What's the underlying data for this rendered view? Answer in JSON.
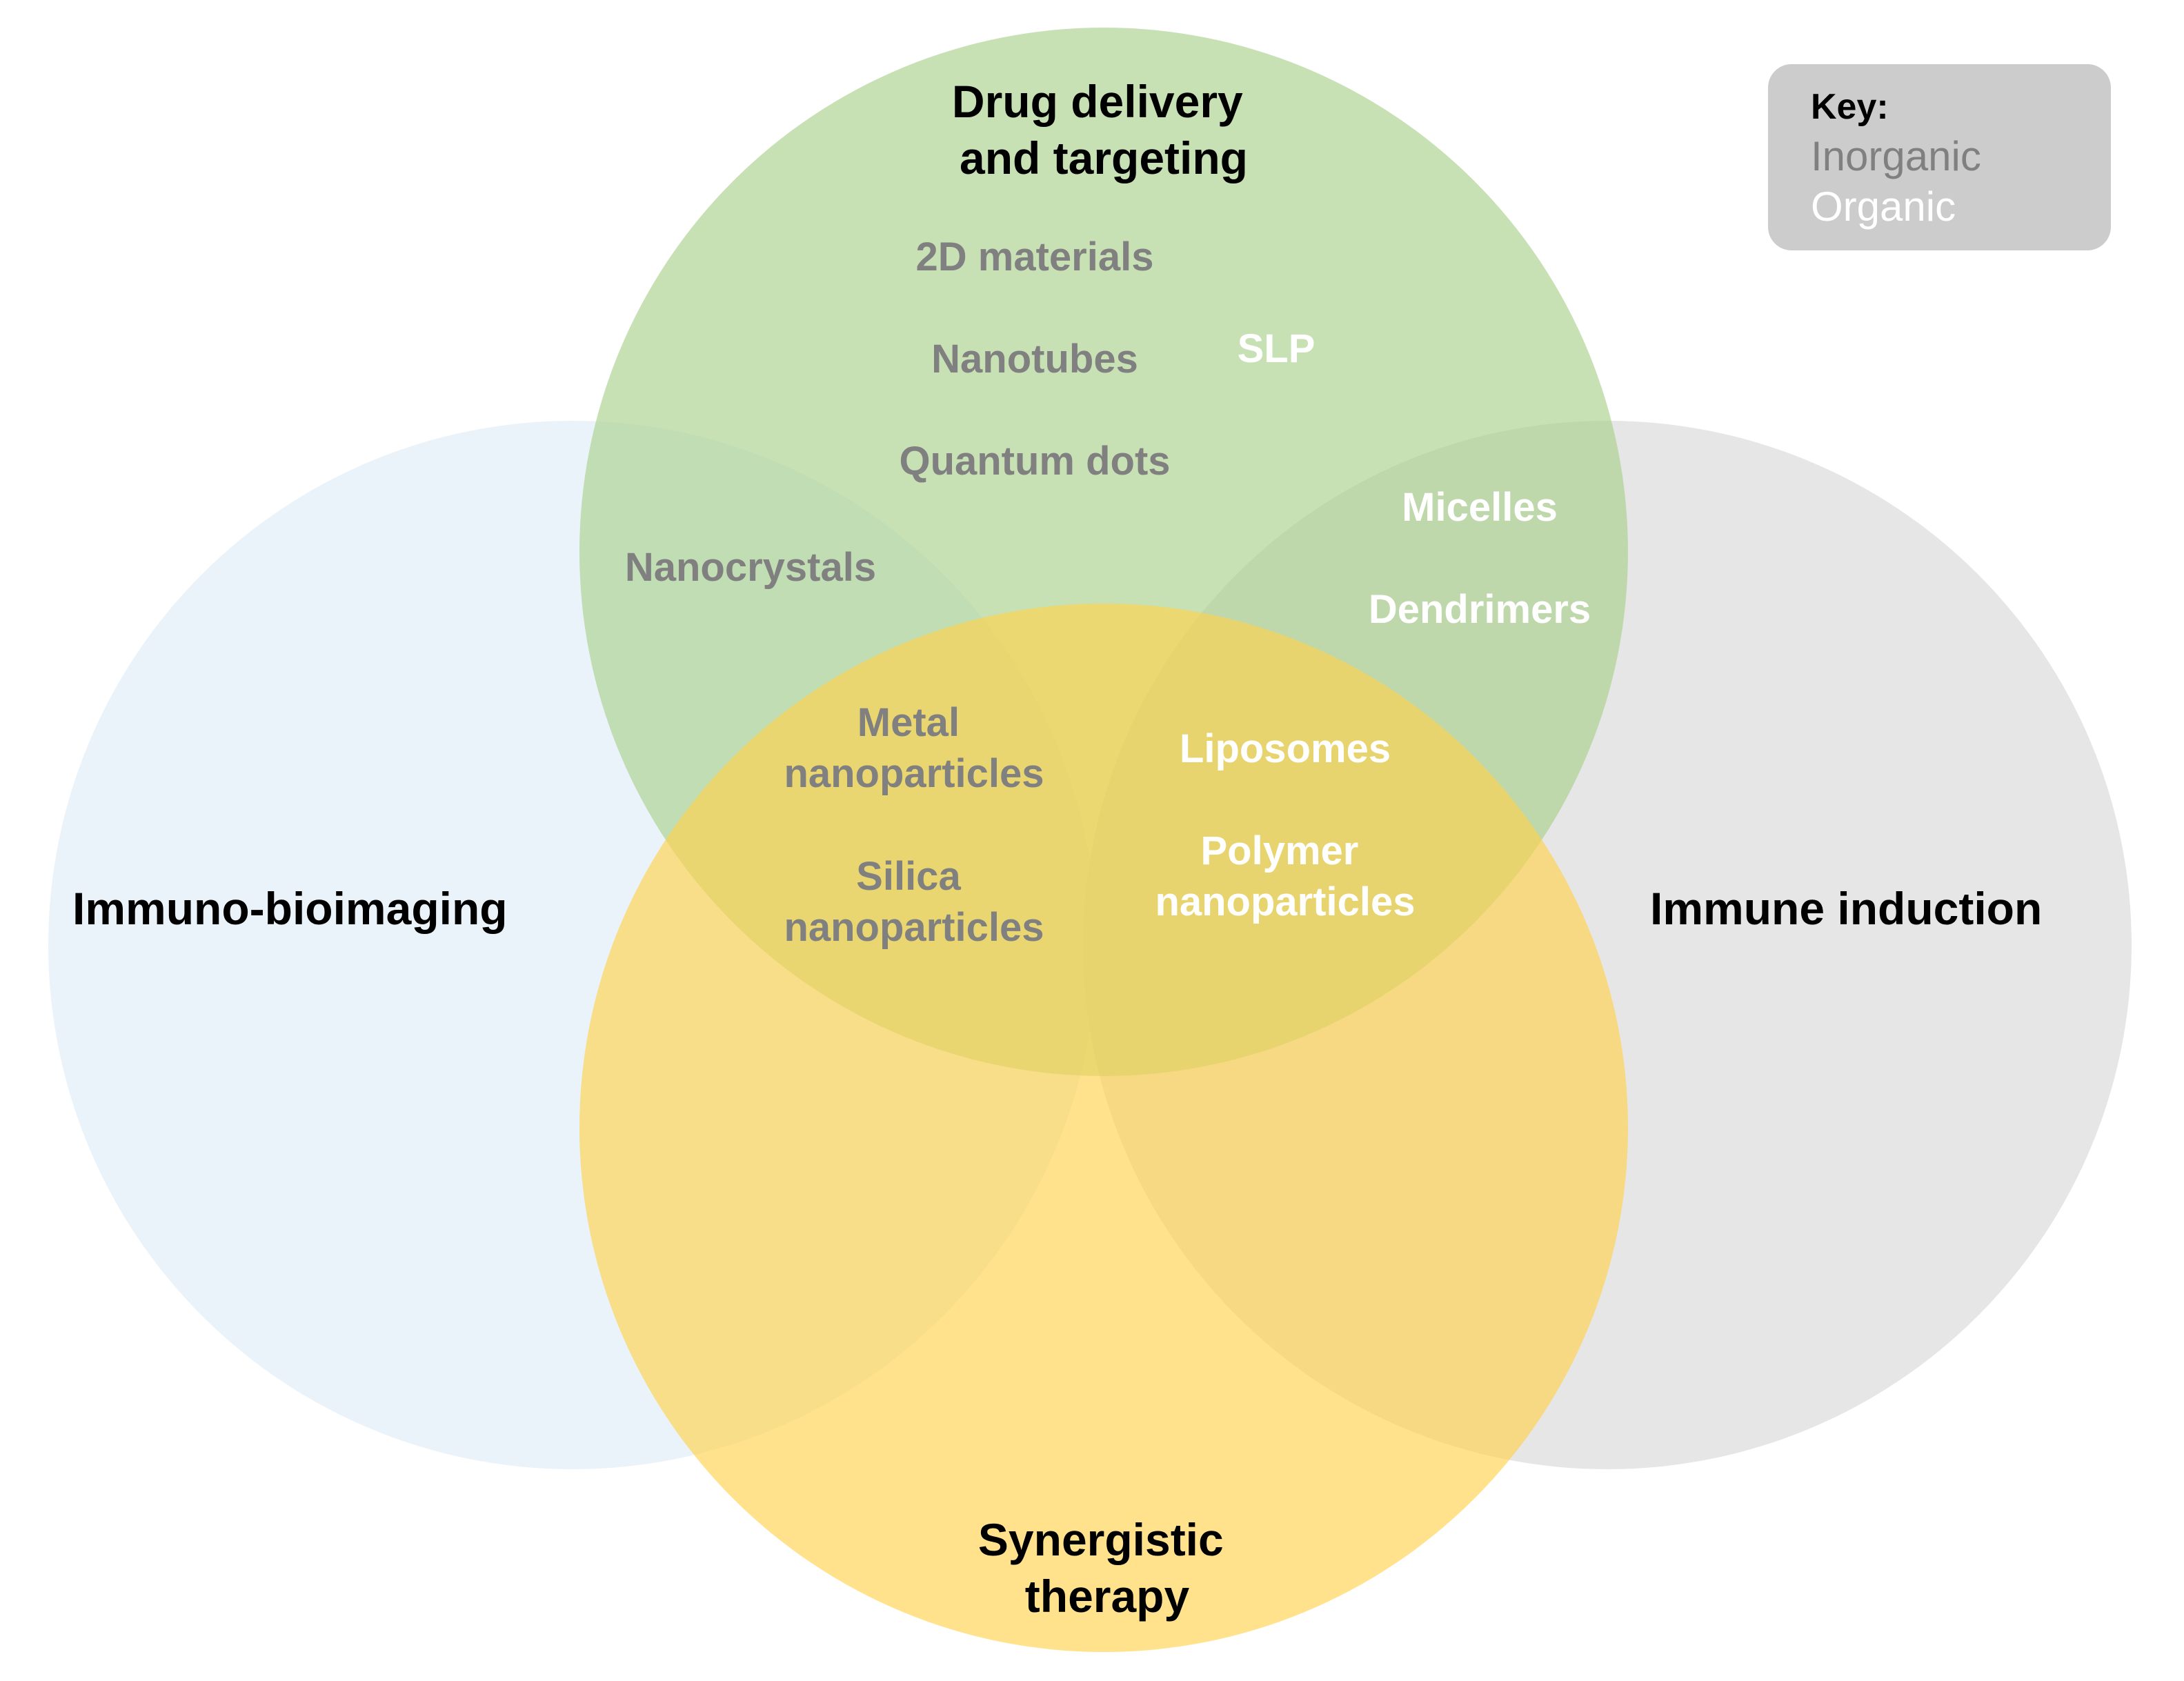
{
  "colors": {
    "immuno_bioimaging": "#dbe9f6",
    "immune_induction": "#d9d9d9",
    "drug_delivery": "#a9d18e",
    "synergistic_therapy": "#ffd34d",
    "inorganic_text": "#808080",
    "organic_text": "#ffffff",
    "key_box": "#cccccc"
  },
  "circles": {
    "drug_delivery": {
      "label_lines": [
        "Drug delivery",
        "and targeting"
      ]
    },
    "immuno_bioimaging": {
      "label_lines": [
        "Immuno-bioimaging"
      ]
    },
    "immune_induction": {
      "label_lines": [
        "Immune induction"
      ]
    },
    "synergistic_therapy": {
      "label_lines": [
        "Synergistic",
        "therapy"
      ]
    }
  },
  "items": {
    "2d_materials": {
      "lines": [
        "2D materials"
      ],
      "type": "inorganic"
    },
    "nanotubes": {
      "lines": [
        "Nanotubes"
      ],
      "type": "inorganic"
    },
    "quantum_dots": {
      "lines": [
        "Quantum dots"
      ],
      "type": "inorganic"
    },
    "slp": {
      "lines": [
        "SLP"
      ],
      "type": "organic"
    },
    "nanocrystals": {
      "lines": [
        "Nanocrystals"
      ],
      "type": "inorganic"
    },
    "micelles": {
      "lines": [
        "Micelles"
      ],
      "type": "organic"
    },
    "dendrimers": {
      "lines": [
        "Dendrimers"
      ],
      "type": "organic"
    },
    "metal_nanoparticles": {
      "lines": [
        "Metal",
        "nanoparticles"
      ],
      "type": "inorganic"
    },
    "silica_nanoparticles": {
      "lines": [
        "Silica",
        "nanoparticles"
      ],
      "type": "inorganic"
    },
    "liposomes": {
      "lines": [
        "Liposomes"
      ],
      "type": "organic"
    },
    "polymer_nanoparticles": {
      "lines": [
        "Polymer",
        "nanoparticles"
      ],
      "type": "organic"
    }
  },
  "key": {
    "title": "Key:",
    "inorganic": "Inorganic",
    "organic": "Organic"
  }
}
